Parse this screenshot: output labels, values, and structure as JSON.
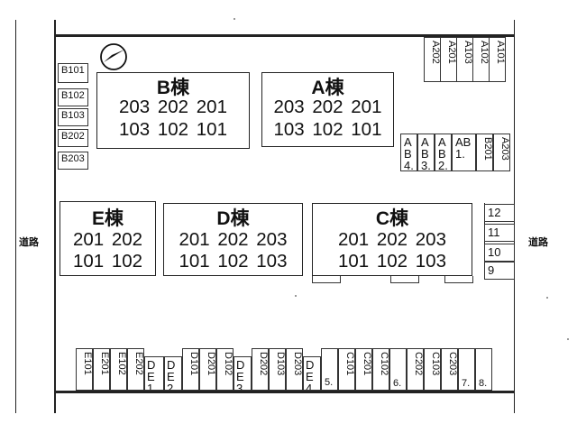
{
  "roads": {
    "left": "道路",
    "right": "道路"
  },
  "buildings": {
    "b": {
      "name": "B棟",
      "row1": "203 202 201",
      "row2": "103 102 101"
    },
    "a": {
      "name": "A棟",
      "row1": "203 202 201",
      "row2": "103 102 101"
    },
    "e": {
      "name": "E棟",
      "row1": "201 202",
      "row2": "101 102"
    },
    "d": {
      "name": "D棟",
      "row1": "201 202 203",
      "row2": "101 102 103"
    },
    "c": {
      "name": "C棟",
      "row1": "201 202 203",
      "row2": "101 102 103"
    }
  },
  "parking": {
    "b_side": [
      "B101",
      "B102",
      "B103",
      "B202",
      "B203"
    ],
    "top_right": [
      "A202",
      "A201",
      "A103",
      "A102",
      "A101"
    ],
    "mid_right": [
      "AB 4.",
      "AB 3.",
      "AB 2.",
      "AB 1.",
      "B201",
      "A203"
    ],
    "east": [
      "12",
      "11",
      "10",
      "9"
    ],
    "bottom": [
      "E101",
      "E201",
      "E102",
      "E202",
      "DE 1.",
      "DE 2",
      "D101",
      "D201",
      "D102",
      "DE 3.",
      "D202",
      "D103",
      "D203",
      "DE 4.",
      "5.",
      "C101",
      "C201",
      "C102",
      "6.",
      "C202",
      "C103",
      "C203",
      "7.",
      "8."
    ]
  }
}
